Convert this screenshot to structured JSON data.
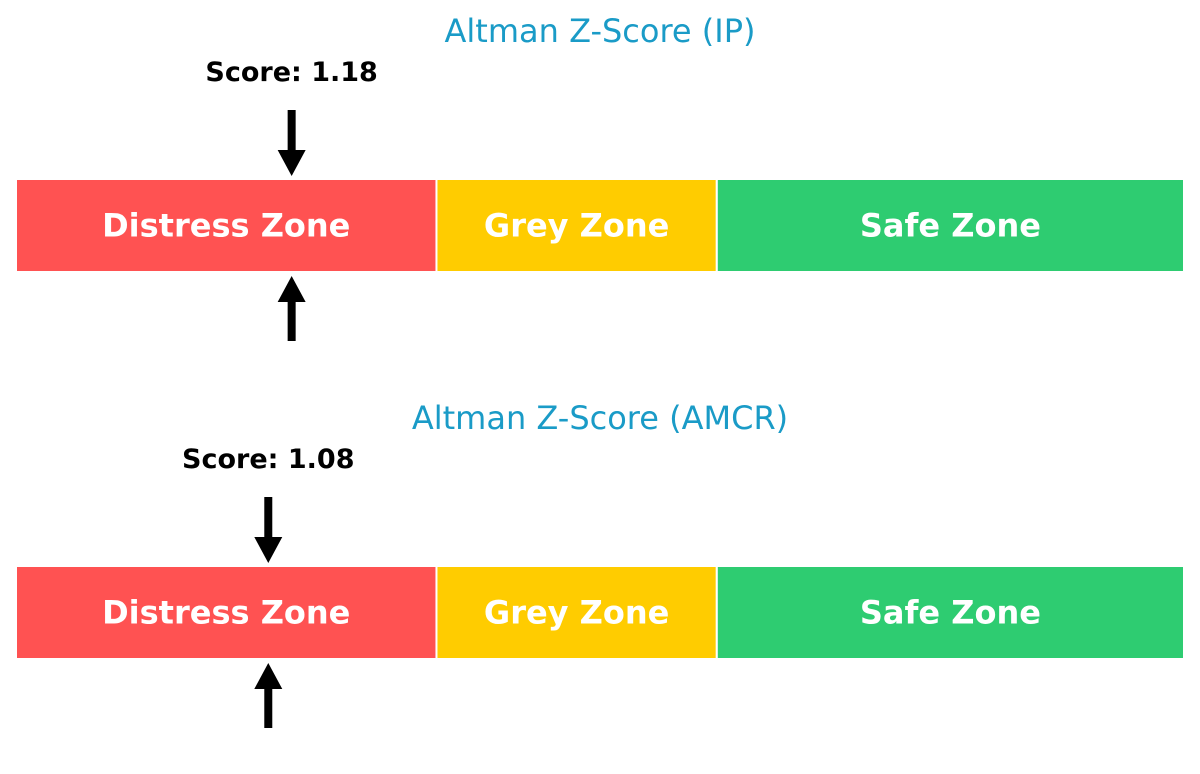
{
  "chart_data": [
    {
      "type": "bar",
      "title": "Altman Z-Score (IP)",
      "score_label": "Score: 1.18",
      "score": 1.18,
      "xlim": [
        0,
        5
      ],
      "zones": [
        {
          "label": "Distress Zone",
          "start": 0,
          "end": 1.8,
          "color": "#ff5252"
        },
        {
          "label": "Grey Zone",
          "start": 1.8,
          "end": 3.0,
          "color": "#ffcc00"
        },
        {
          "label": "Safe Zone",
          "start": 3.0,
          "end": 5.0,
          "color": "#2ecc71"
        }
      ]
    },
    {
      "type": "bar",
      "title": "Altman Z-Score (AMCR)",
      "score_label": "Score: 1.08",
      "score": 1.08,
      "xlim": [
        0,
        5
      ],
      "zones": [
        {
          "label": "Distress Zone",
          "start": 0,
          "end": 1.8,
          "color": "#ff5252"
        },
        {
          "label": "Grey Zone",
          "start": 1.8,
          "end": 3.0,
          "color": "#ffcc00"
        },
        {
          "label": "Safe Zone",
          "start": 3.0,
          "end": 5.0,
          "color": "#2ecc71"
        }
      ]
    }
  ],
  "colors": {
    "title": "#1a9bc7",
    "arrow": "#000000",
    "zone_text": "#ffffff"
  }
}
